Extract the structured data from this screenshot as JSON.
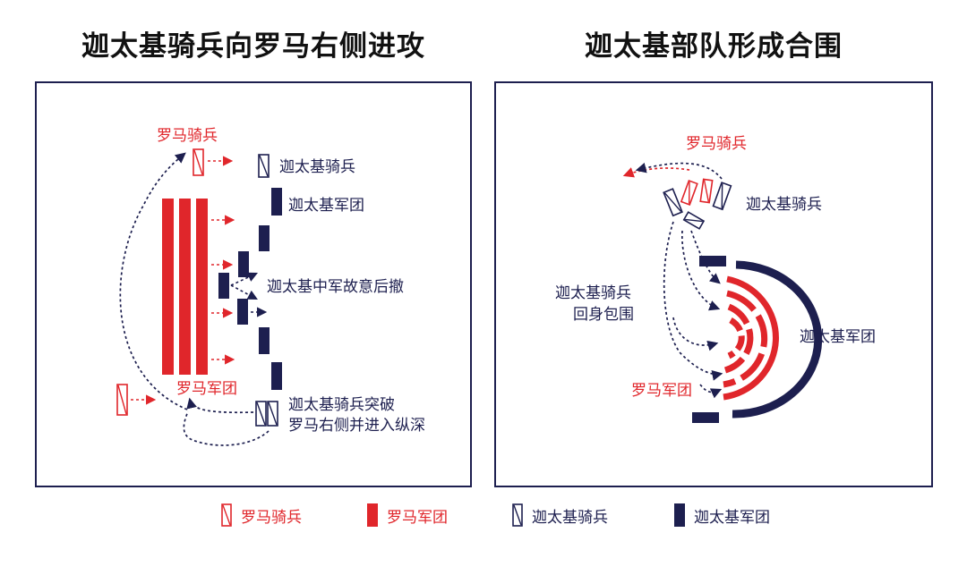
{
  "titles": {
    "left": "迦太基骑兵向罗马右侧进攻",
    "right": "迦太基部队形成合围"
  },
  "colors": {
    "roman": "#e0262b",
    "carthage": "#1d1f4f",
    "frame": "#1d1f4f"
  },
  "left_panel": {
    "roman_cavalry": "罗马骑兵",
    "carthage_cavalry": "迦太基骑兵",
    "carthage_legion": "迦太基军团",
    "center_retreat": "迦太基中军故意后撤",
    "roman_legion": "罗马军团",
    "breakthrough_line1": "迦太基骑兵突破",
    "breakthrough_line2": "罗马右侧并进入纵深"
  },
  "right_panel": {
    "roman_cavalry": "罗马骑兵",
    "carthage_cavalry": "迦太基骑兵",
    "encircle_line1": "迦太基骑兵",
    "encircle_line2": "回身包围",
    "carthage_legion": "迦太基军团",
    "roman_legion": "罗马军团"
  },
  "legend": [
    {
      "icon": "roman-cavalry-icon",
      "label": "罗马骑兵"
    },
    {
      "icon": "roman-legion-icon",
      "label": "罗马军团"
    },
    {
      "icon": "carthage-cavalry-icon",
      "label": "迦太基骑兵"
    },
    {
      "icon": "carthage-legion-icon",
      "label": "迦太基军团"
    }
  ]
}
